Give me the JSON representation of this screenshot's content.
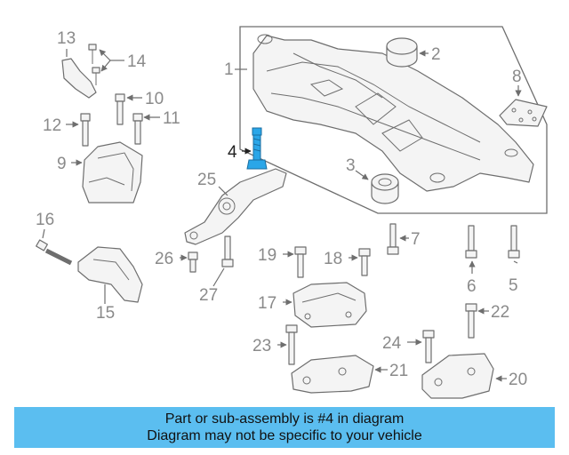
{
  "callouts": {
    "c1": "1",
    "c2": "2",
    "c3": "3",
    "c4": "4",
    "c5": "5",
    "c6": "6",
    "c7": "7",
    "c8": "8",
    "c9": "9",
    "c10": "10",
    "c11": "11",
    "c12": "12",
    "c13": "13",
    "c14": "14",
    "c15": "15",
    "c16": "16",
    "c17": "17",
    "c18": "18",
    "c19": "19",
    "c20": "20",
    "c21": "21",
    "c22": "22",
    "c23": "23",
    "c24": "24",
    "c25": "25",
    "c26": "26",
    "c27": "27"
  },
  "highlight": {
    "part": "4",
    "color": "#2aa6e8"
  },
  "banner": {
    "line1": "Part or sub-assembly is #4 in diagram",
    "line2": "Diagram may not be specific to your vehicle",
    "background": "#5bbef0"
  }
}
